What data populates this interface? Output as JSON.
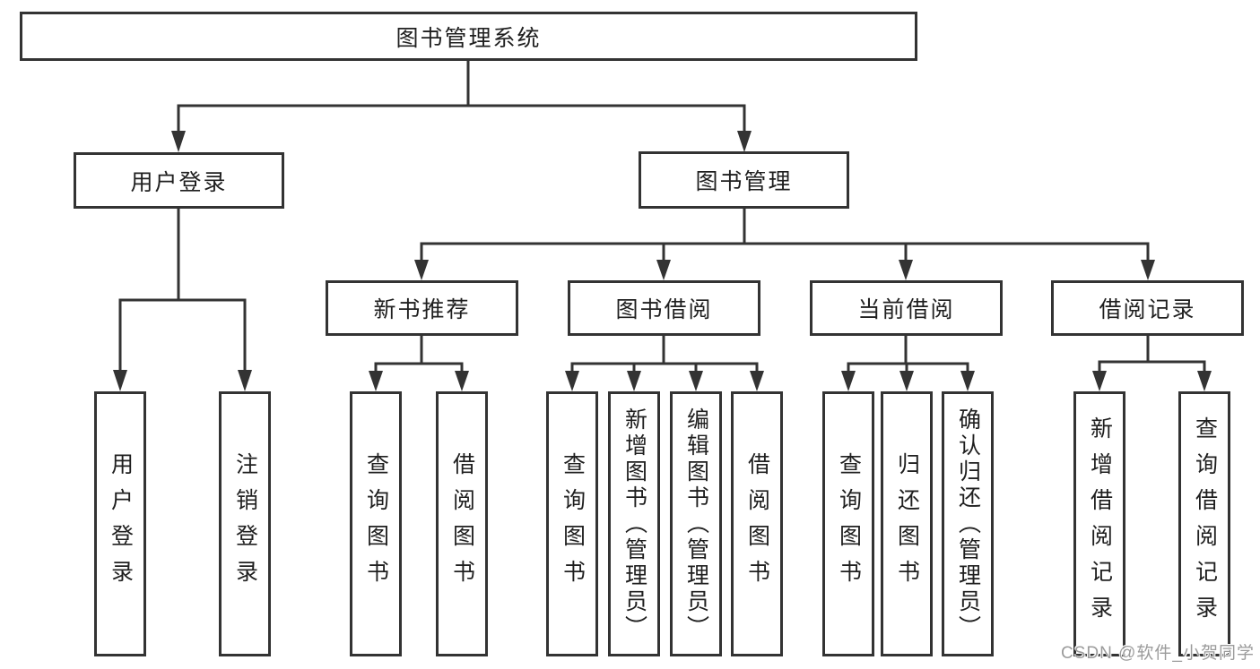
{
  "tree": {
    "label": "图书管理系统",
    "children": [
      {
        "label": "用户登录",
        "children": [
          {
            "label": "用户登录"
          },
          {
            "label": "注销登录"
          }
        ]
      },
      {
        "label": "图书管理",
        "children": [
          {
            "label": "新书推荐",
            "children": [
              {
                "label": "查询图书"
              },
              {
                "label": "借阅图书"
              }
            ]
          },
          {
            "label": "图书借阅",
            "children": [
              {
                "label": "查询图书"
              },
              {
                "label": "新增图书（管理员）"
              },
              {
                "label": "编辑图书（管理员）"
              },
              {
                "label": "借阅图书"
              }
            ]
          },
          {
            "label": "当前借阅",
            "children": [
              {
                "label": "查询图书"
              },
              {
                "label": "归还图书"
              },
              {
                "label": "确认归还（管理员）"
              }
            ]
          },
          {
            "label": "借阅记录",
            "children": [
              {
                "label": "新增借阅记录"
              },
              {
                "label": "查询借阅记录"
              }
            ]
          }
        ]
      }
    ]
  },
  "watermark": {
    "text": "CSDN @软件_小贺同学"
  },
  "colors": {
    "line": "#333333",
    "box_border": "#333333",
    "box_fill": "#ffffff",
    "text": "#1f1f1f",
    "watermark_text": "#9b9b9b"
  }
}
